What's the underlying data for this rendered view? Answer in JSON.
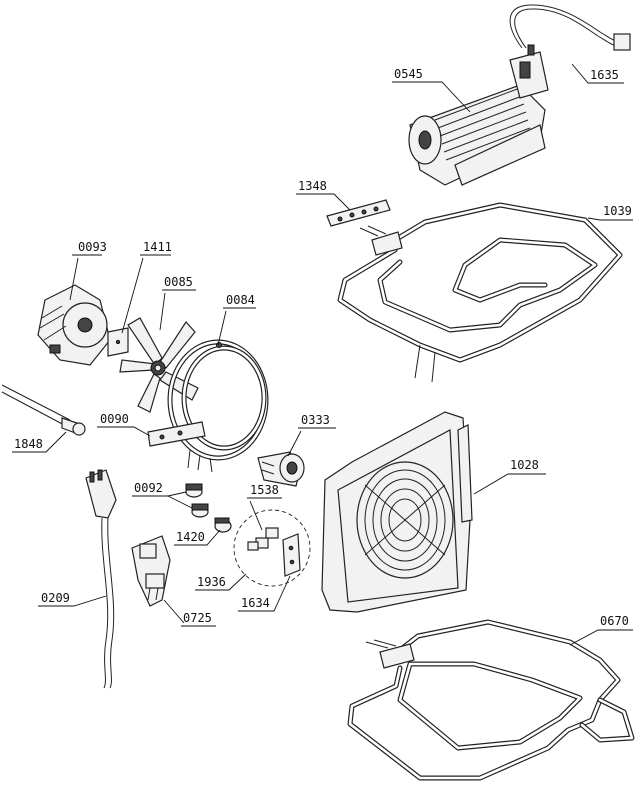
{
  "parts": [
    {
      "id": "fan-motor-0545",
      "label": "0545"
    },
    {
      "id": "cable-1635",
      "label": "1635"
    },
    {
      "id": "bracket-1348",
      "label": "1348"
    },
    {
      "id": "top-heater-1039",
      "label": "1039"
    },
    {
      "id": "motor-0093",
      "label": "0093"
    },
    {
      "id": "gasket-1411",
      "label": "1411"
    },
    {
      "id": "fan-blade-0085",
      "label": "0085"
    },
    {
      "id": "ring-heater-0084",
      "label": "0084"
    },
    {
      "id": "probe-1848",
      "label": "1848"
    },
    {
      "id": "bracket-0090",
      "label": "0090"
    },
    {
      "id": "lamp-0333",
      "label": "0333"
    },
    {
      "id": "fan-cover-1028",
      "label": "1028"
    },
    {
      "id": "thermostat-0092",
      "label": "0092"
    },
    {
      "id": "clip-1538",
      "label": "1538"
    },
    {
      "id": "holder-1420",
      "label": "1420"
    },
    {
      "id": "group-1936",
      "label": "1936"
    },
    {
      "id": "plate-1634",
      "label": "1634"
    },
    {
      "id": "cord-0209",
      "label": "0209"
    },
    {
      "id": "switch-0725",
      "label": "0725"
    },
    {
      "id": "bottom-heater-0670",
      "label": "0670"
    }
  ]
}
